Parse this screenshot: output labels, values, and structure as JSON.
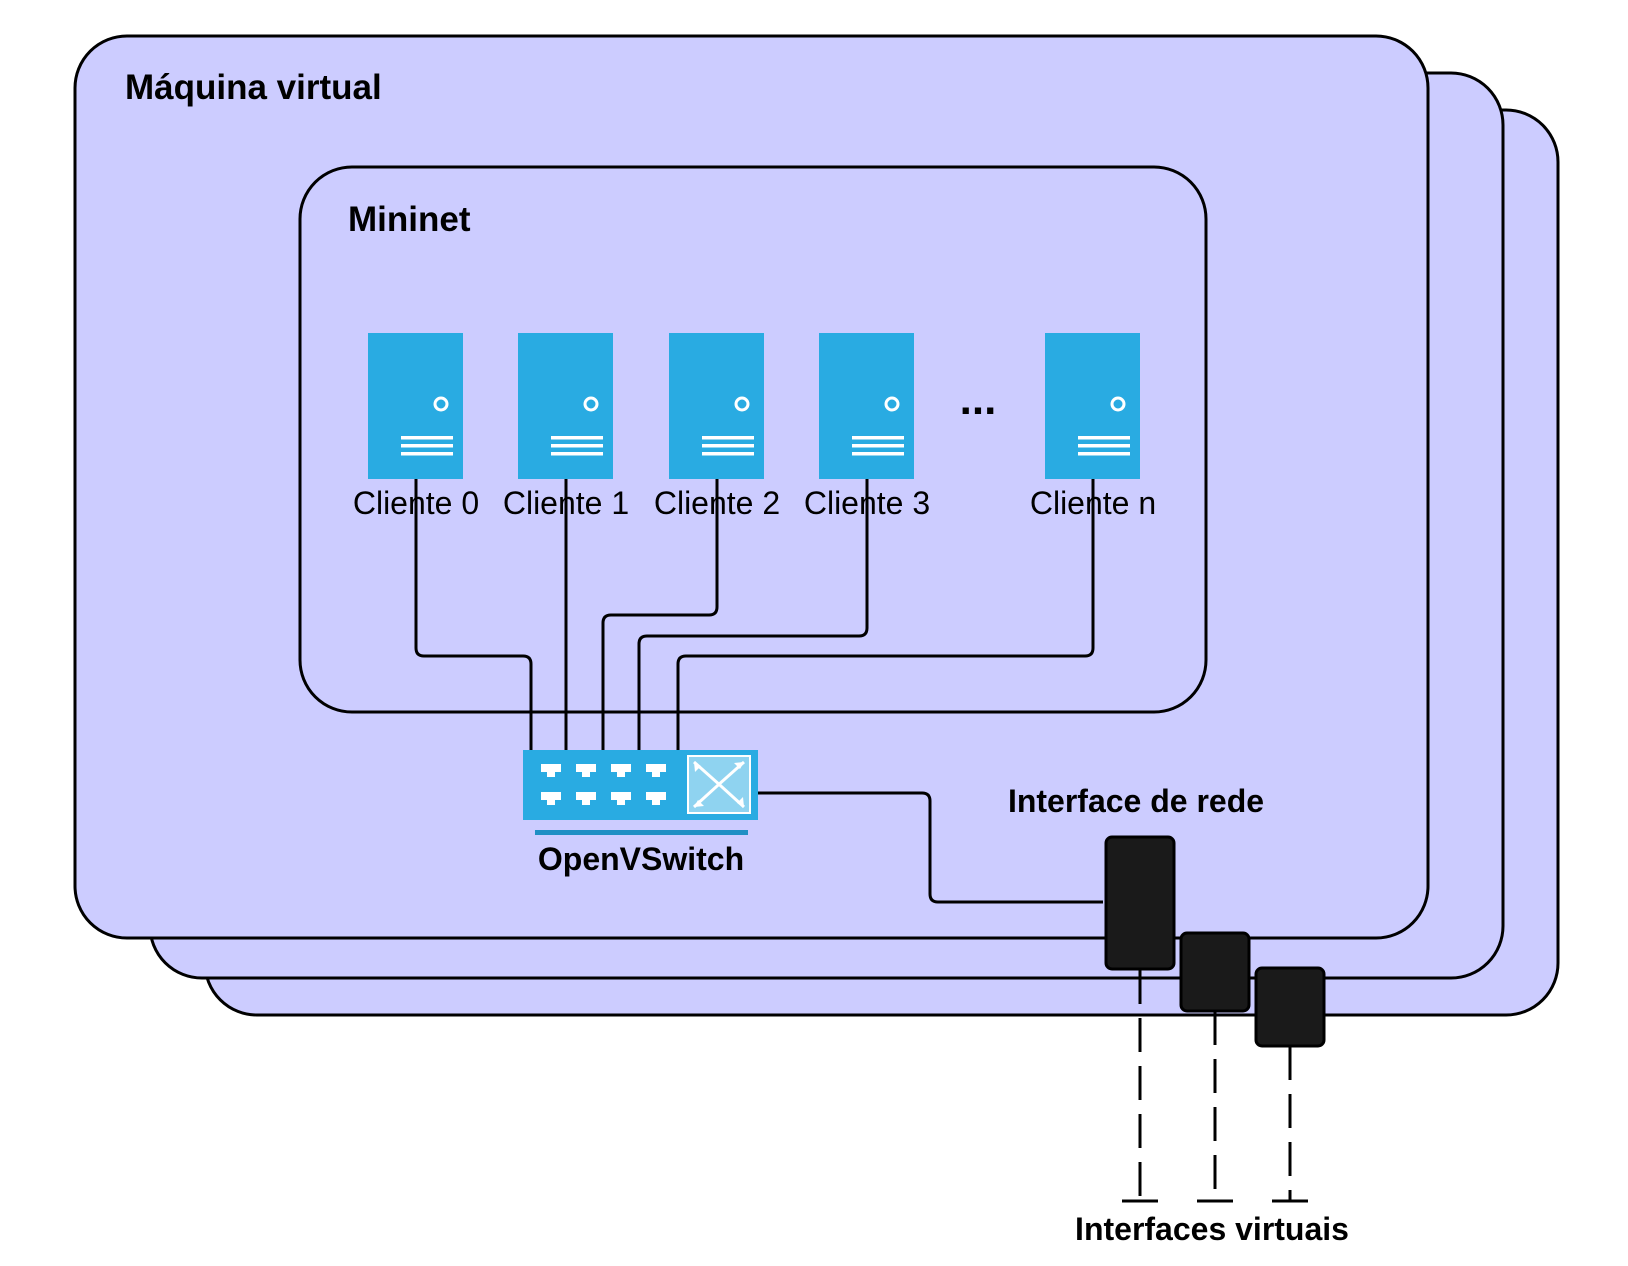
{
  "diagram": {
    "vm_label": "Máquina virtual",
    "mininet_label": "Mininet",
    "clients": [
      {
        "label": "Cliente 0"
      },
      {
        "label": "Cliente 1"
      },
      {
        "label": "Cliente 2"
      },
      {
        "label": "Cliente 3"
      },
      {
        "label": "Cliente n"
      }
    ],
    "ellipsis": "...",
    "switch_label": "OpenVSwitch",
    "nic_label": "Interface de rede",
    "virtual_interfaces_label": "Interfaces virtuais"
  },
  "colors": {
    "vm_fill": "#ccccff",
    "server_blue": "#29abe2",
    "switch_light": "#8fd3f0",
    "nic_fill": "#1a1a1a",
    "line": "#000000"
  },
  "icons": {
    "server": "server-icon",
    "switch": "network-switch-icon",
    "nic": "network-interface-icon"
  }
}
